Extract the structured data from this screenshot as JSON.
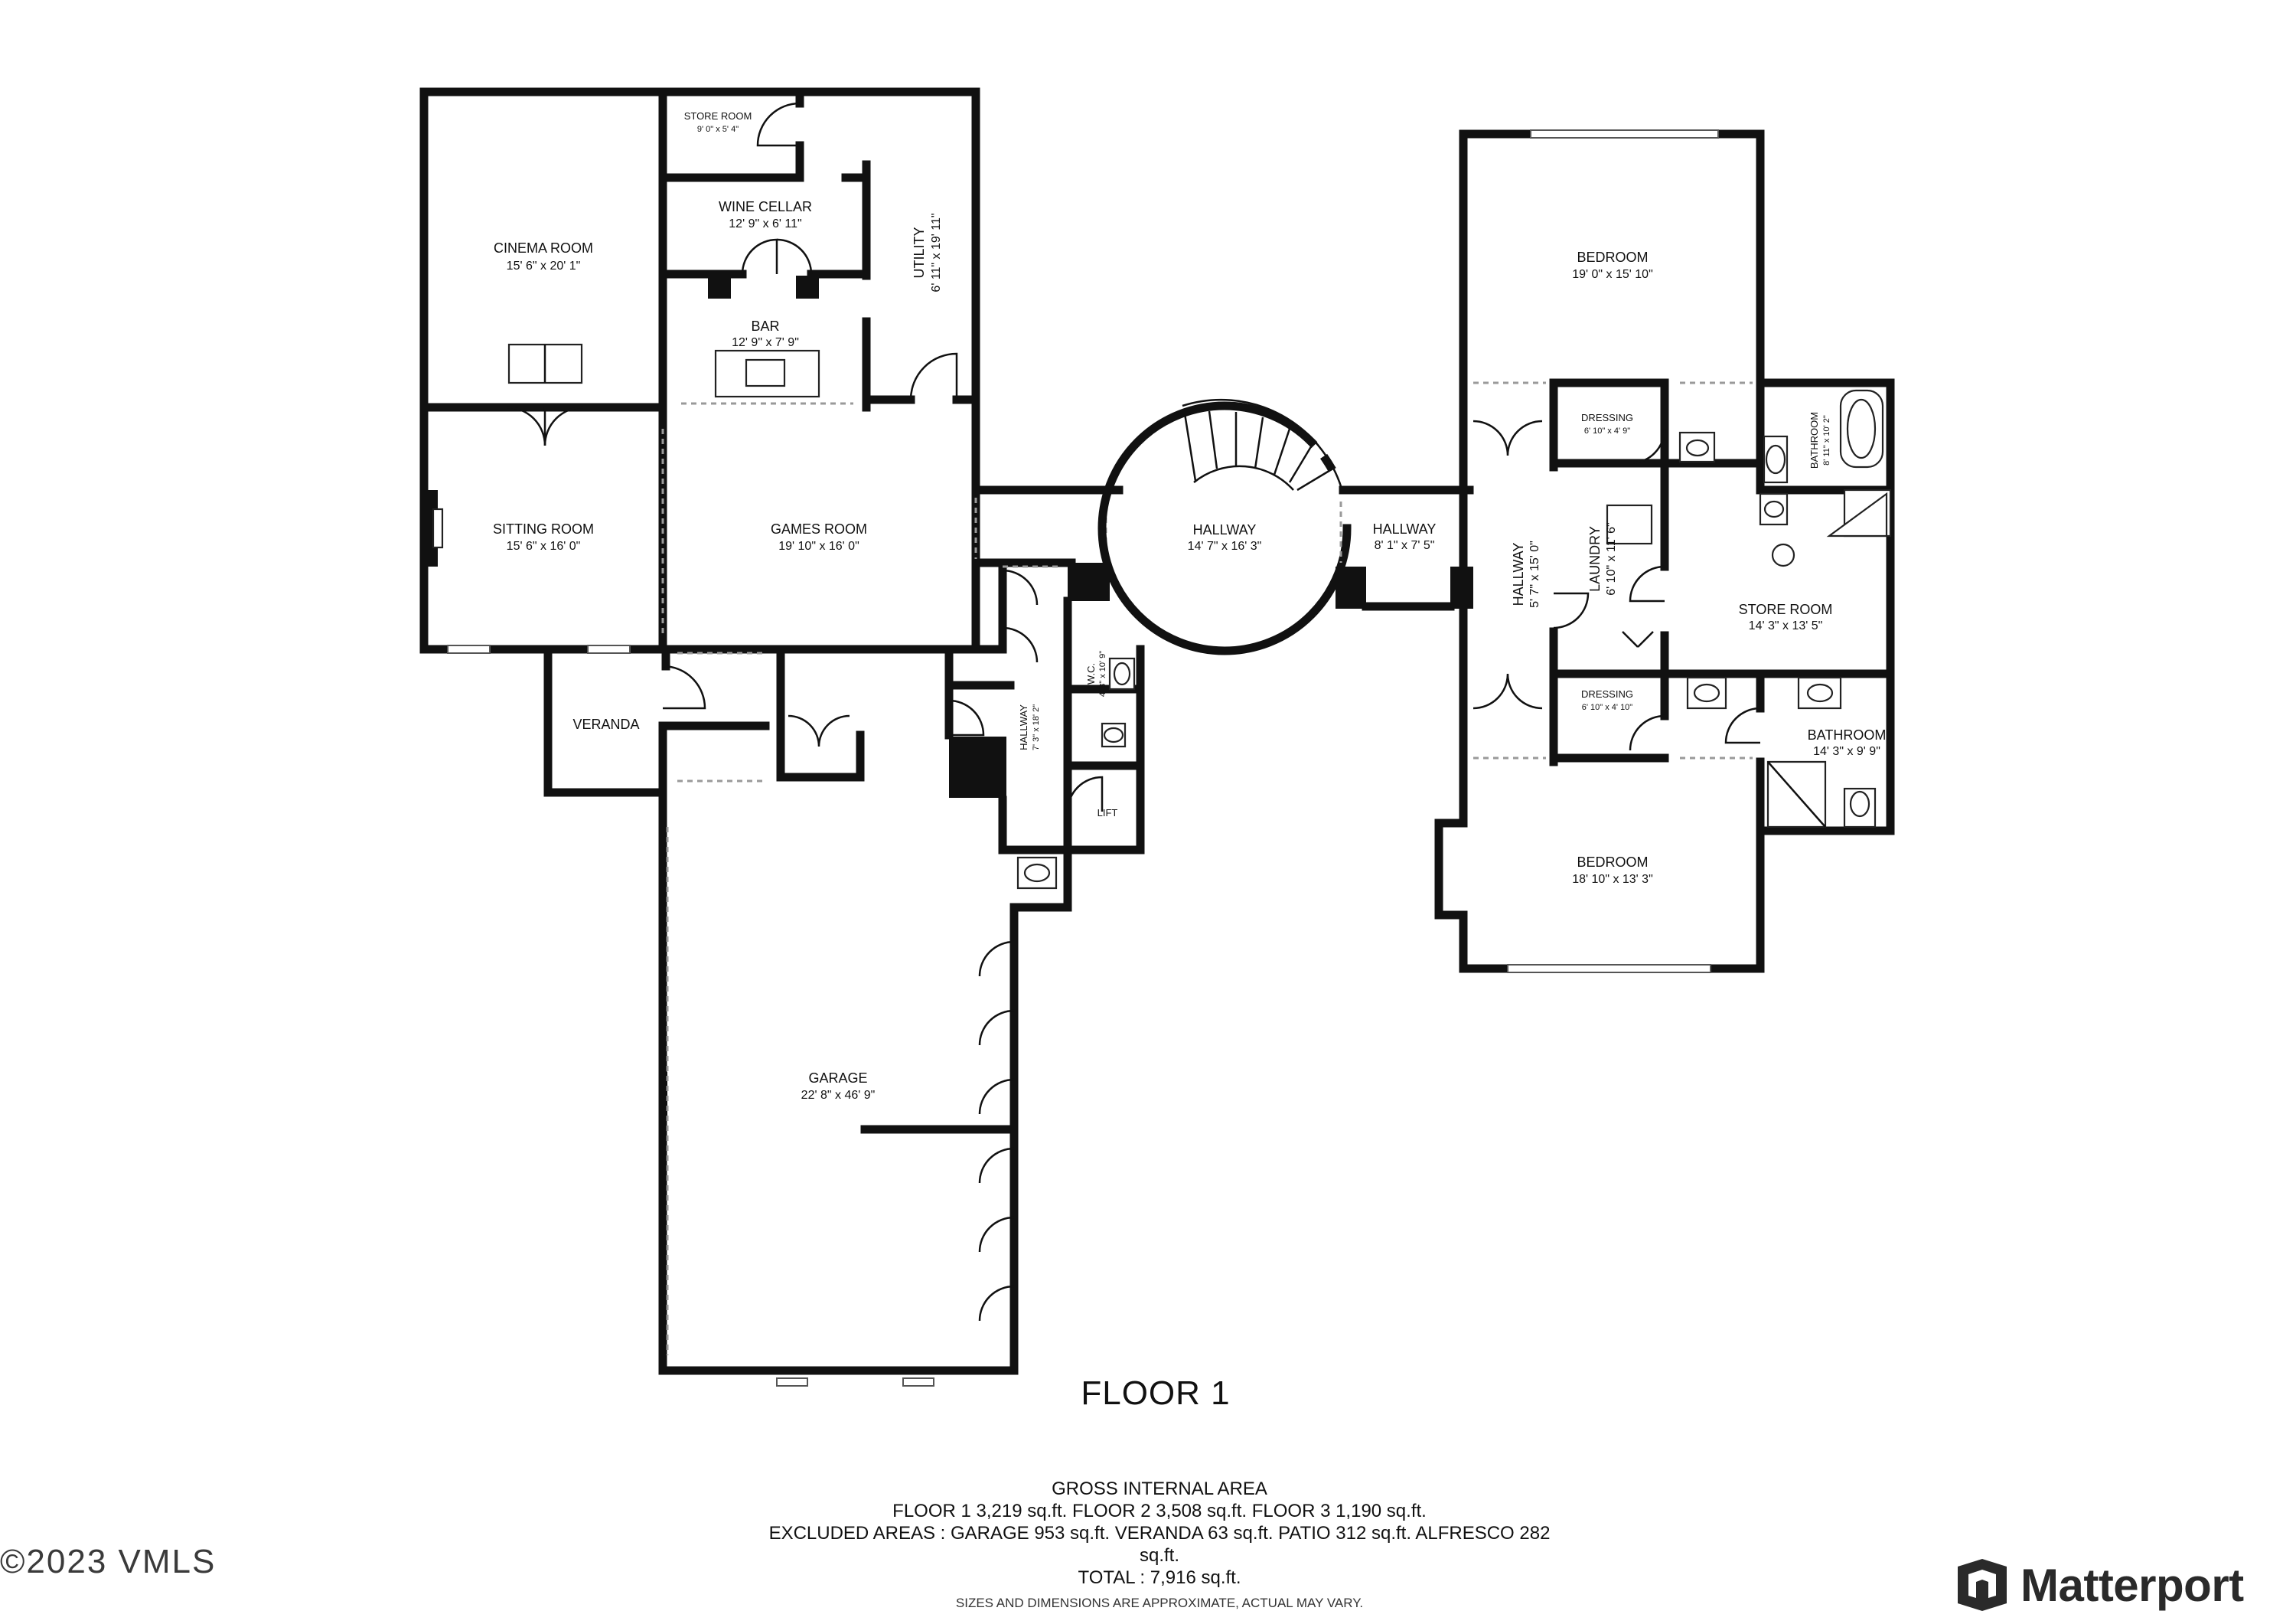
{
  "rooms": {
    "cinema": {
      "name": "CINEMA ROOM",
      "dim": "15' 6\" x 20' 1\""
    },
    "store_small": {
      "name": "STORE ROOM",
      "dim": "9' 0\" x 5' 4\""
    },
    "wine": {
      "name": "WINE CELLAR",
      "dim": "12' 9\" x 6' 11\""
    },
    "utility": {
      "name": "UTILITY",
      "dim": "6' 11\" x 19' 11\""
    },
    "bar": {
      "name": "BAR",
      "dim": "12' 9\" x 7' 9\""
    },
    "sitting": {
      "name": "SITTING ROOM",
      "dim": "15' 6\" x 16' 0\""
    },
    "games": {
      "name": "GAMES ROOM",
      "dim": "19' 10\" x 16' 0\""
    },
    "veranda": {
      "name": "VERANDA"
    },
    "hall_circle": {
      "name": "HALLWAY",
      "dim": "14' 7\" x 16' 3\""
    },
    "hall_link": {
      "name": "HALLWAY",
      "dim": "8' 1\" x 7' 5\""
    },
    "hall_small": {
      "name": "HALLWAY",
      "dim": "7' 3\" x 18' 2\""
    },
    "wc": {
      "name": "W.C.",
      "dim": "4' 8\" x 10' 9\""
    },
    "lift": {
      "name": "LIFT"
    },
    "garage": {
      "name": "GARAGE",
      "dim": "22' 8\" x 46' 9\""
    },
    "bedroom1": {
      "name": "BEDROOM",
      "dim": "19' 0\" x 15' 10\""
    },
    "dressing1": {
      "name": "DRESSING",
      "dim": "6' 10\" x 4' 9\""
    },
    "bath1": {
      "name": "BATHROOM",
      "dim": "8' 11\" x 10' 2\""
    },
    "hall_vert": {
      "name": "HALLWAY",
      "dim": "5' 7\" x 15' 0\""
    },
    "laundry": {
      "name": "LAUNDRY",
      "dim": "6' 10\" x 11' 6\""
    },
    "store_big": {
      "name": "STORE ROOM",
      "dim": "14' 3\" x 13' 5\""
    },
    "dressing2": {
      "name": "DRESSING",
      "dim": "6' 10\" x 4' 10\""
    },
    "bath2": {
      "name": "BATHROOM",
      "dim": "14' 3\" x 9' 9\""
    },
    "bedroom2": {
      "name": "BEDROOM",
      "dim": "18' 10\" x 13' 3\""
    }
  },
  "floor_title": "FLOOR 1",
  "area": {
    "heading": "GROSS INTERNAL AREA",
    "floors": "FLOOR 1 3,219 sq.ft.   FLOOR 2 3,508 sq.ft.   FLOOR 3 1,190 sq.ft.",
    "excluded": "EXCLUDED AREAS :  GARAGE 953 sq.ft.   VERANDA 63 sq.ft.   PATIO 312 sq.ft.   ALFRESCO 282",
    "excluded_cont": "sq.ft.",
    "total": "TOTAL :  7,916 sq.ft.",
    "note": "SIZES AND DIMENSIONS ARE APPROXIMATE, ACTUAL MAY VARY."
  },
  "copyright": "©2023 VMLS",
  "brand": {
    "name": "Matterport",
    "icon": "matterport-logo-icon"
  },
  "colors": {
    "wall": "#111111",
    "background": "#ffffff",
    "opening": "#9a9a9a"
  }
}
